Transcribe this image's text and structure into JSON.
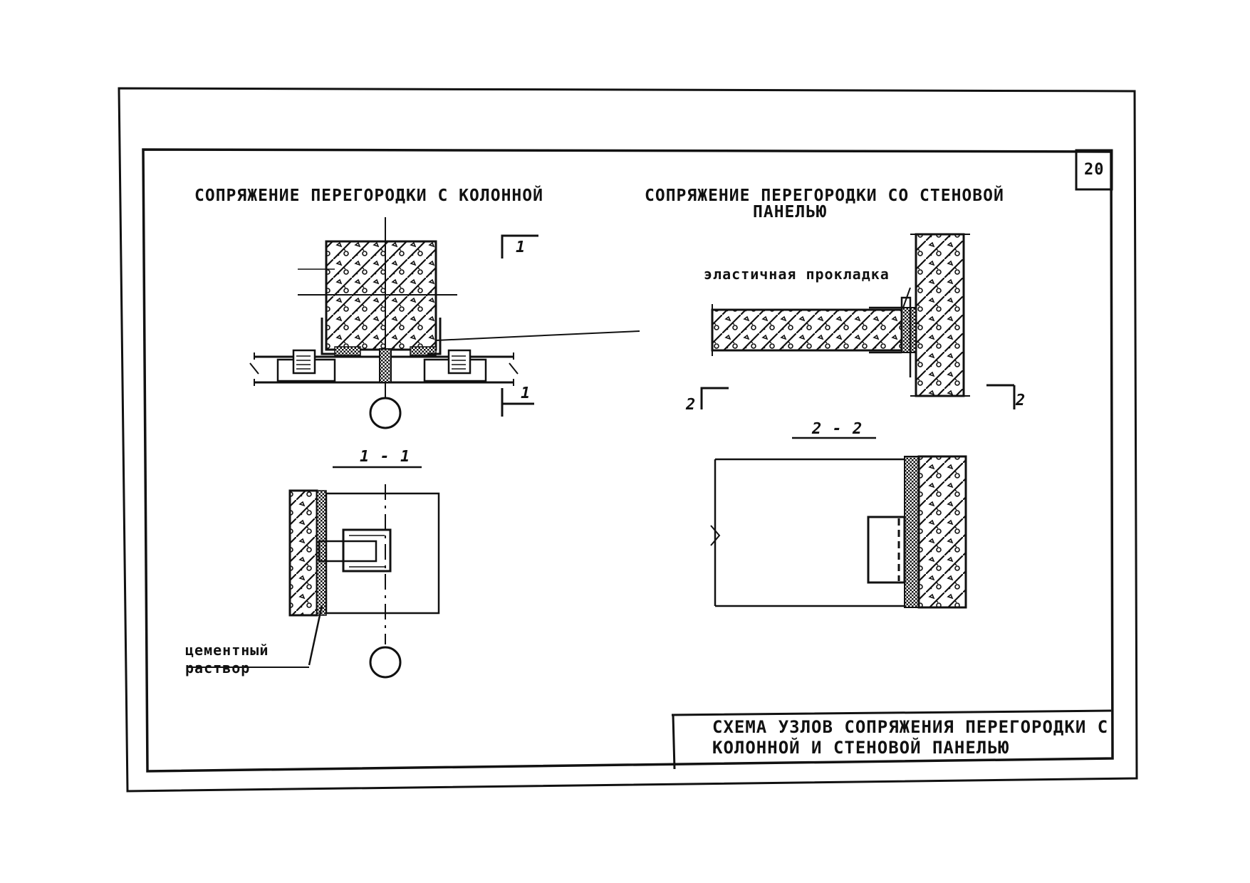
{
  "sheet_number": "20",
  "left_title": "СОПРЯЖЕНИЕ ПЕРЕГОРОДКИ С КОЛОННОЙ",
  "right_title_line1": "СОПРЯЖЕНИЕ ПЕРЕГОРОДКИ СО СТЕНОВОЙ",
  "right_title_line2": "ПАНЕЛЬЮ",
  "section_marks": {
    "one": "1",
    "two": "2",
    "section_1_1": "1 - 1",
    "section_2_2": "2 - 2"
  },
  "callouts": {
    "elastic_gasket": "эластичная прокладка",
    "cement_line1": "цементный",
    "cement_line2": "раствор"
  },
  "title_block": {
    "line1": "СХЕМА УЗЛОВ СОПРЯЖЕНИЯ ПЕРЕГОРОДКИ С",
    "line2": "КОЛОННОЙ И СТЕНОВОЙ ПАНЕЛЬЮ"
  }
}
